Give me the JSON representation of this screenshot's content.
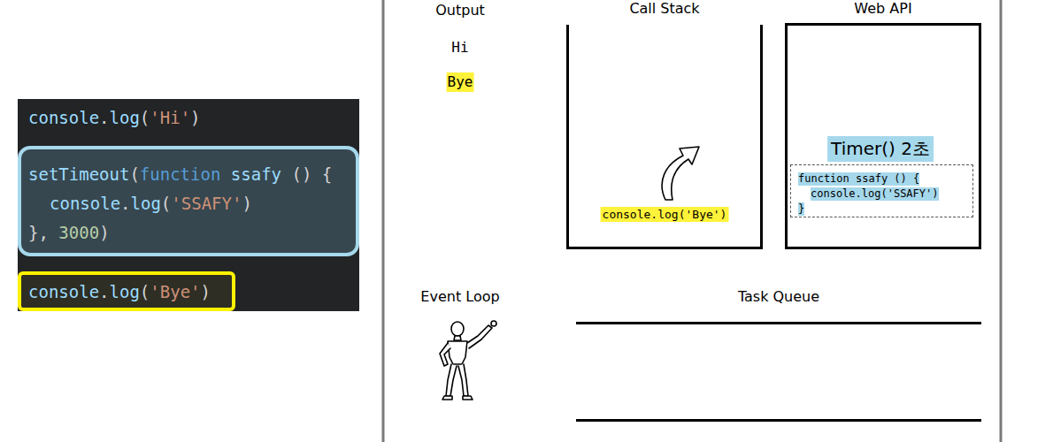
{
  "diagram": {
    "nodes": [
      {
        "text": [
          "console.log('Hi')"
        ]
      },
      {
        "text": [
          "setTimeout(function ssafy () {",
          "console.log('SSAFY')",
          "}, 3000)"
        ],
        "in": 0
      },
      {
        "text": [
          "console.log('Bye')"
        ],
        "in": 0
      },
      {
        "text": [
          "Bye"
        ]
      },
      {
        "text": [
          "Call Stack"
        ]
      },
      {
        "text": [
          "console.log('Bye')"
        ],
        "in": 4
      },
      {
        "text": [
          "Web API"
        ]
      },
      {
        "text": [
          "Timer() 2초"
        ],
        "in": 6
      },
      {
        "text": [
          "function ssafy () {",
          "console.log('SSAFY')",
          "}"
        ],
        "in": 6
      },
      {
        "text": [
          "Task Queue"
        ]
      }
    ],
    "labels": [
      "Output",
      "Hi",
      "Event Loop"
    ]
  }
}
